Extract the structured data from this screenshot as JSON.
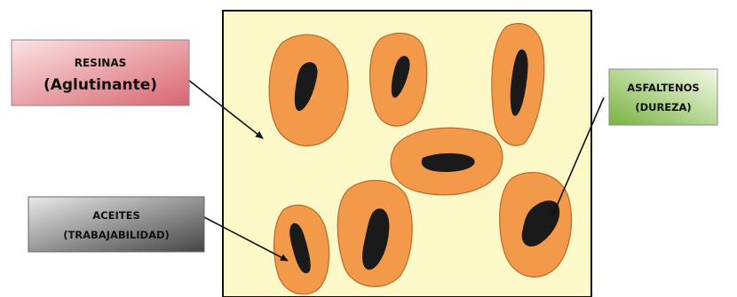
{
  "labels": {
    "resinas": {
      "line1": "RESINAS",
      "line2": "(Aglutinante)"
    },
    "asfaltenos": {
      "line1": "ASFALTENOS",
      "line2": "(DUREZA)"
    },
    "aceites": {
      "line1": "ACEITES",
      "line2": "(TRABAJABILIDAD)"
    }
  },
  "colors": {
    "matrix": "#fdf8c8",
    "particle": "#f2994a",
    "particle_edge": "#b96a2a",
    "core": "#1a1a1a",
    "resinas_box": "#e89aa1",
    "asfaltenos_box": "#b5d98a",
    "aceites_box": "#8d8d8d"
  }
}
